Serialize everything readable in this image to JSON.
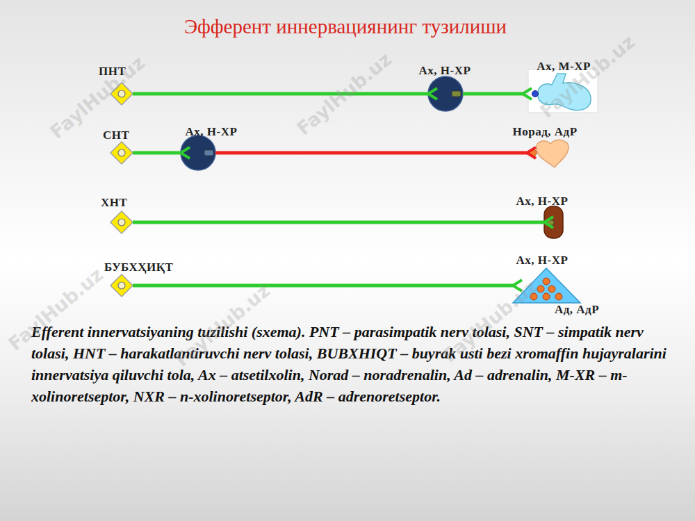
{
  "diagram": {
    "title": "Эфферент иннервациянинг тузилиши",
    "caption": "Efferent innervatsiyaning tuzilishi (sxema). PNT – parasimpatik nerv tolasi, SNT – simpatik nerv tolasi, HNT – harakatlantiruvchi nerv tolasi, BUBXHIQT – buyrak usti bezi xromaffin hujayralarini innervatsiya qiluvchi tola, Ax – atsetilxolin, Norad – noradrenalin, Ad – adrenalin, M-XR – m-xolinoretseptor, NXR – n-xolinoretseptor, AdR – adrenoretseptor.",
    "nodes": [
      {
        "text": [
          "ПНТ"
        ]
      },
      {
        "text": [
          "Ах, Н-ХР"
        ]
      },
      {
        "text": [
          "Ах, М-ХР"
        ]
      },
      {
        "text": [
          "СНТ"
        ]
      },
      {
        "text": [
          "Ах, Н-ХР"
        ]
      },
      {
        "text": [
          "Норад, АдР"
        ]
      },
      {
        "text": [
          "ХНТ"
        ]
      },
      {
        "text": [
          "Ах, Н-ХР"
        ]
      },
      {
        "text": [
          "БУБХҲИҚТ"
        ]
      },
      {
        "text": [
          "Ах, Н-ХР",
          "Ад, АдР"
        ]
      }
    ],
    "edges": [
      {
        "from": 0,
        "to": 1,
        "arrow": "to"
      },
      {
        "from": 1,
        "to": 2,
        "arrow": "to"
      },
      {
        "from": 3,
        "to": 4,
        "arrow": "to"
      },
      {
        "from": 4,
        "to": 5,
        "arrow": "to"
      },
      {
        "from": 6,
        "to": 7,
        "arrow": "to"
      },
      {
        "from": 8,
        "to": 9,
        "arrow": "to"
      }
    ],
    "labels": [
      "FaylHub.uz",
      "FaylHub.uz",
      "FaylHub.uz",
      "FaylHub.uz",
      "FaylHub.uz",
      "FaylHub.uz"
    ]
  }
}
